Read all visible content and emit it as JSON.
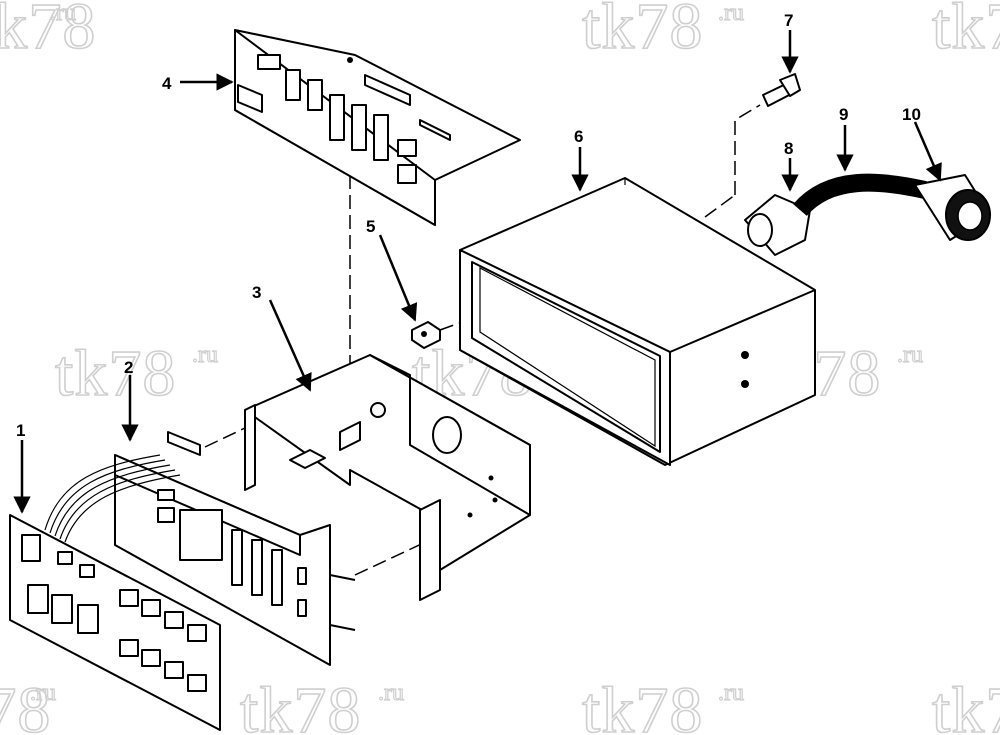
{
  "watermark": {
    "text": "tk78",
    "suffix": ".ru"
  },
  "callouts": [
    {
      "id": "1",
      "label": "1"
    },
    {
      "id": "2",
      "label": "2"
    },
    {
      "id": "3",
      "label": "3"
    },
    {
      "id": "4",
      "label": "4"
    },
    {
      "id": "5",
      "label": "5"
    },
    {
      "id": "6",
      "label": "6"
    },
    {
      "id": "7",
      "label": "7"
    },
    {
      "id": "8",
      "label": "8"
    },
    {
      "id": "9",
      "label": "9"
    },
    {
      "id": "10",
      "label": "10"
    }
  ]
}
